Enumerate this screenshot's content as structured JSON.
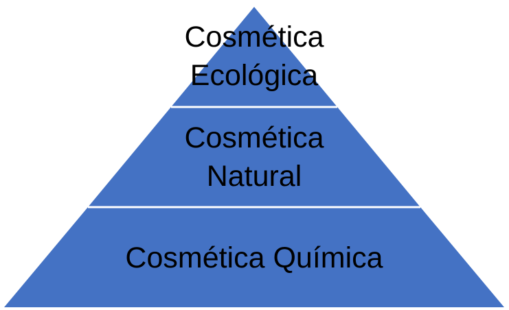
{
  "diagram": {
    "type": "pyramid",
    "fill_color": "#4472C4",
    "divider_color": "#FFFFFF",
    "text_color": "#000000",
    "tiers": [
      {
        "lines": [
          "Cosmética",
          "Ecológica"
        ]
      },
      {
        "lines": [
          "Cosmética",
          "Natural"
        ]
      },
      {
        "lines": [
          "Cosmética Química"
        ]
      }
    ]
  }
}
